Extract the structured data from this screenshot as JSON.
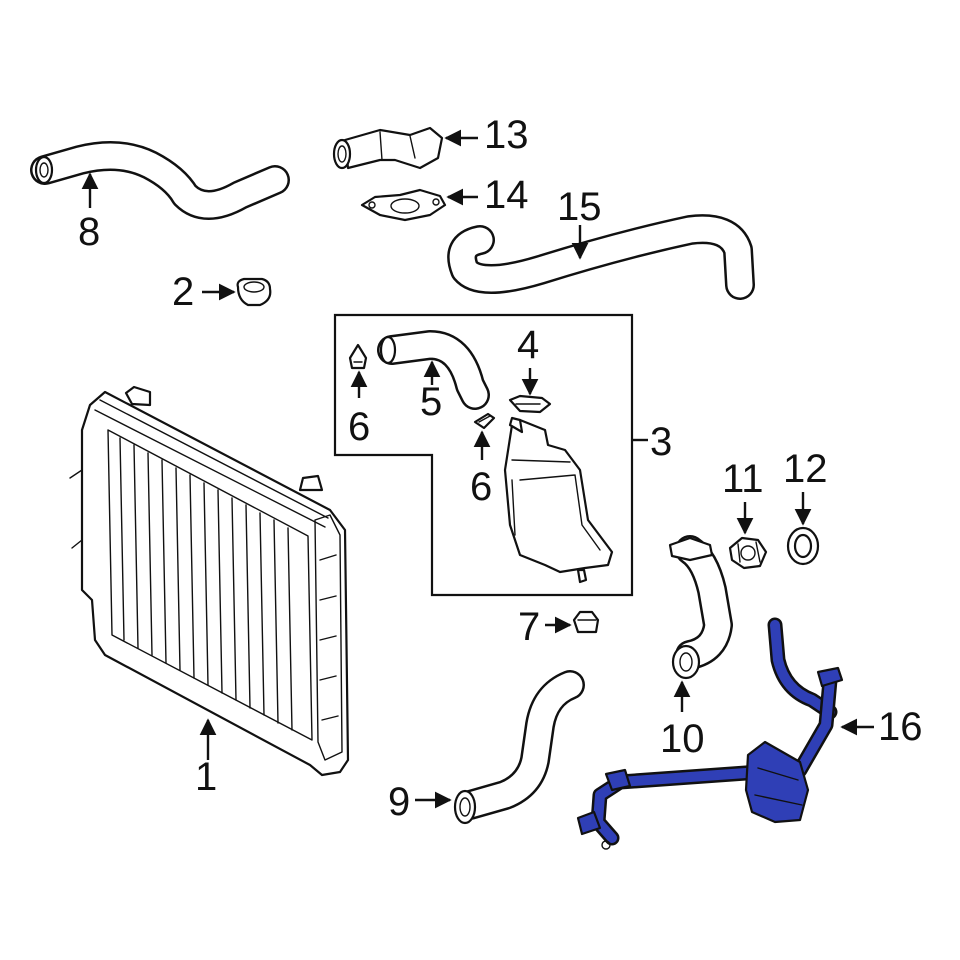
{
  "callouts": {
    "c1": "1",
    "c2": "2",
    "c3": "3",
    "c4": "4",
    "c5": "5",
    "c6a": "6",
    "c6b": "6",
    "c7": "7",
    "c8": "8",
    "c9": "9",
    "c10": "10",
    "c11": "11",
    "c12": "12",
    "c13": "13",
    "c14": "14",
    "c15": "15",
    "c16": "16"
  },
  "colors": {
    "line": "#111111",
    "highlight": "#2f3fb6",
    "background": "#ffffff"
  }
}
